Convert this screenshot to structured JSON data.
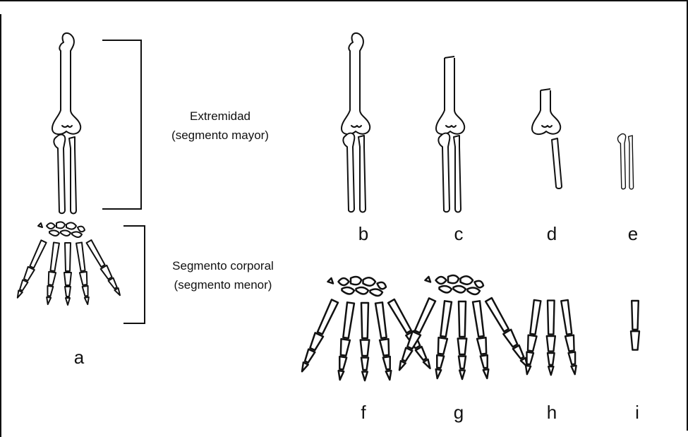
{
  "figure": {
    "labels": {
      "major_title": "Extremidad",
      "major_subtitle": "(segmento mayor)",
      "minor_title": "Segmento corporal",
      "minor_subtitle": "(segmento menor)"
    },
    "letters": {
      "a": "a",
      "b": "b",
      "c": "c",
      "d": "d",
      "e": "e",
      "f": "f",
      "g": "g",
      "h": "h",
      "i": "i"
    }
  }
}
